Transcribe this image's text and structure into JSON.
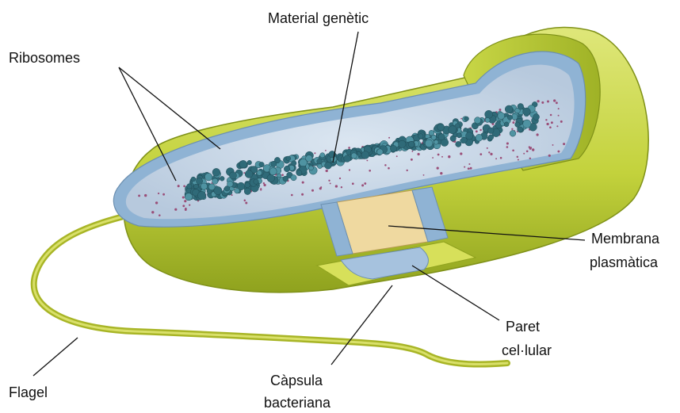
{
  "labels": {
    "genetic_material": "Material genètic",
    "ribosomes": "Ribosomes",
    "plasma_membrane": [
      "Membrana",
      "plasmàtica"
    ],
    "cell_wall": [
      "Paret",
      "cel·lular"
    ],
    "bacterial_capsule": [
      "Càpsula",
      "bacteriana"
    ],
    "flagellum": "Flagel"
  },
  "colors": {
    "capsule": "#c9d64a",
    "capsule_shadow": "#8fa21e",
    "cytoplasm": "#c5d6e8",
    "wall": "#8fb3d4",
    "membrane": "#efd9a0",
    "dna": "#2f6a78",
    "ribosome": "#9a4e78"
  }
}
